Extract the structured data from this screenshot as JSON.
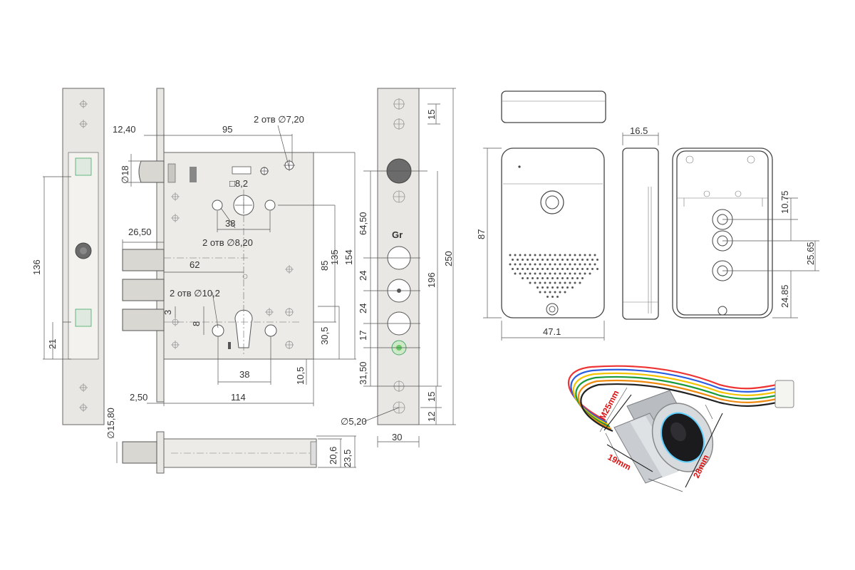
{
  "lock_dims": {
    "d1240": "12,40",
    "d95": "95",
    "holes_720": "2 отв ∅7,20",
    "d18": "∅18",
    "sq82": "□8,2",
    "d38_top": "38",
    "holes_820": "2 отв ∅8,20",
    "d2650": "26,50",
    "d62": "62",
    "holes_102": "2 отв ∅10,2",
    "d3": "3",
    "d8": "8",
    "d38_bottom": "38",
    "d250_left": "2,50",
    "d114": "114",
    "d85": "85",
    "d135": "135",
    "d154": "154",
    "d305": "30,5",
    "d105": "10,5",
    "d136": "136",
    "d21": "21",
    "d1580": "∅15,80",
    "d206": "20,6",
    "d235": "23,5"
  },
  "strike_dims": {
    "d15_top": "15",
    "d6450": "64,50",
    "d24_a": "24",
    "d24_b": "24",
    "d17": "17",
    "d3150": "31,50",
    "d15_bottom": "15",
    "d12": "12",
    "d196": "196",
    "d250": "250",
    "d520": "∅5,20",
    "d30": "30",
    "logo": "Gr"
  },
  "reader_dims": {
    "d165": "16.5",
    "d87": "87",
    "d471": "47.1",
    "d1075": "10.75",
    "d2565": "25.65",
    "d2485": "24.85"
  },
  "sensor_dims": {
    "m25": "M25mm",
    "d19": "19mm",
    "d28": "28mm"
  },
  "colors": {
    "annotation_red": "#d11111",
    "line": "#555555",
    "metal": "#e9e7e3"
  }
}
